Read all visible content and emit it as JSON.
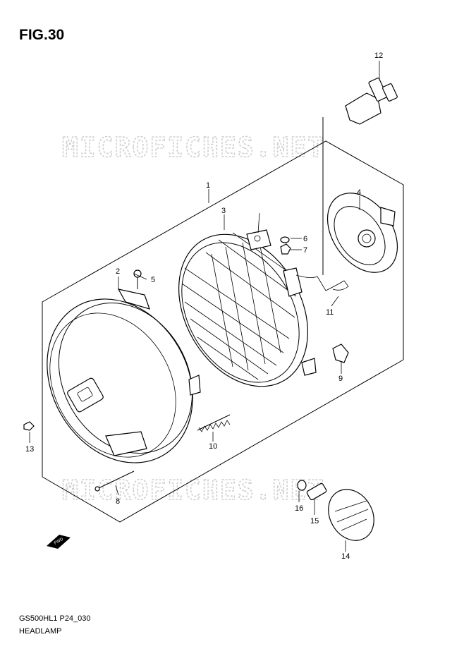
{
  "figure": {
    "title": "FIG.30",
    "code": "GS500HL1 P24_030",
    "name": "HEADLAMP"
  },
  "watermark": "MICROFICHES.NET",
  "fwd_marker": "FWD",
  "callouts": [
    "1",
    "2",
    "3",
    "4",
    "5",
    "6",
    "7",
    "8",
    "9",
    "10",
    "11",
    "12",
    "13",
    "14",
    "15",
    "16"
  ]
}
